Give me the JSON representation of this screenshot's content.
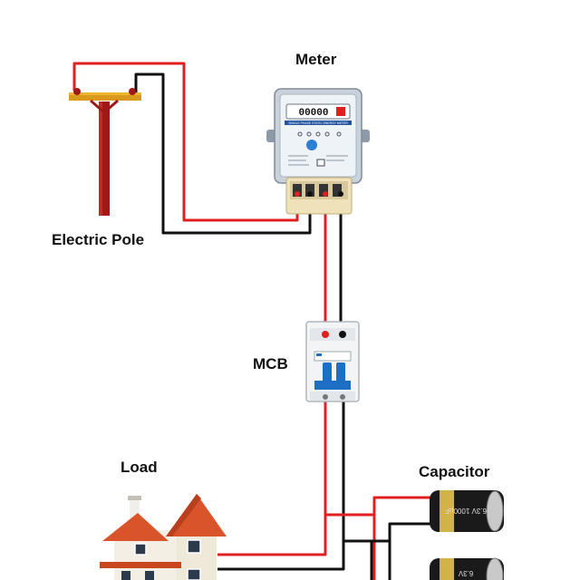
{
  "labels": {
    "meter": "Meter",
    "electric_pole": "Electric Pole",
    "mcb": "MCB",
    "load": "Load",
    "capacitor": "Capacitor"
  },
  "meter": {
    "display": "00000",
    "header_text": "SINGLE PHASE STATIC ENERGY METER"
  },
  "capacitor": {
    "top_rating": "6.3V 1000µF",
    "bottom_rating": "6.3V"
  },
  "colors": {
    "phase_wire": "#e02020",
    "neutral_wire": "#111111",
    "pole": "#a01818",
    "roof": "#d9542a",
    "mcb_toggle": "#1d6fc4",
    "capacitor_body": "#1a1a1a",
    "capacitor_band": "#d4b24a"
  }
}
